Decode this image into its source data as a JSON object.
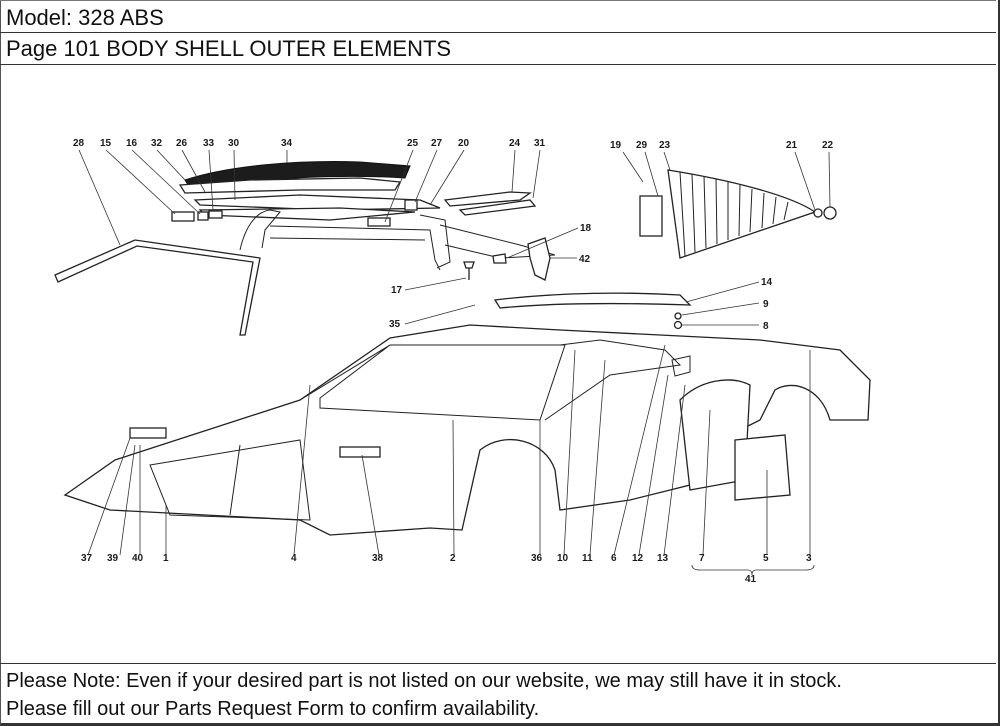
{
  "header": {
    "model": "Model: 328 ABS",
    "page_title": "Page 101  BODY SHELL  OUTER ELEMENTS"
  },
  "diagram": {
    "title": "Body shell outer elements exploded view",
    "callouts": [
      {
        "id": "28",
        "text": "28"
      },
      {
        "id": "15",
        "text": "15"
      },
      {
        "id": "16",
        "text": "16"
      },
      {
        "id": "32",
        "text": "32"
      },
      {
        "id": "26",
        "text": "26"
      },
      {
        "id": "33",
        "text": "33"
      },
      {
        "id": "30",
        "text": "30"
      },
      {
        "id": "34",
        "text": "34"
      },
      {
        "id": "25",
        "text": "25"
      },
      {
        "id": "27",
        "text": "27"
      },
      {
        "id": "20",
        "text": "20"
      },
      {
        "id": "24",
        "text": "24"
      },
      {
        "id": "31",
        "text": "31"
      },
      {
        "id": "19",
        "text": "19"
      },
      {
        "id": "29",
        "text": "29"
      },
      {
        "id": "23",
        "text": "23"
      },
      {
        "id": "21",
        "text": "21"
      },
      {
        "id": "22",
        "text": "22"
      },
      {
        "id": "18",
        "text": "18"
      },
      {
        "id": "42",
        "text": "42"
      },
      {
        "id": "17",
        "text": "17"
      },
      {
        "id": "14",
        "text": "14"
      },
      {
        "id": "9",
        "text": "9"
      },
      {
        "id": "35",
        "text": "35"
      },
      {
        "id": "8",
        "text": "8"
      },
      {
        "id": "37",
        "text": "37"
      },
      {
        "id": "39",
        "text": "39"
      },
      {
        "id": "40",
        "text": "40"
      },
      {
        "id": "1",
        "text": "1"
      },
      {
        "id": "4",
        "text": "4"
      },
      {
        "id": "38",
        "text": "38"
      },
      {
        "id": "2",
        "text": "2"
      },
      {
        "id": "36",
        "text": "36"
      },
      {
        "id": "10",
        "text": "10"
      },
      {
        "id": "11",
        "text": "11"
      },
      {
        "id": "6",
        "text": "6"
      },
      {
        "id": "12",
        "text": "12"
      },
      {
        "id": "13",
        "text": "13"
      },
      {
        "id": "7",
        "text": "7"
      },
      {
        "id": "5",
        "text": "5"
      },
      {
        "id": "3",
        "text": "3"
      },
      {
        "id": "41",
        "text": "41"
      }
    ]
  },
  "footer": {
    "note_line1": "Please Note: Even if your desired part is not listed on our website, we may still have it in stock.",
    "note_line2": "Please fill out our Parts Request Form to confirm availability."
  }
}
